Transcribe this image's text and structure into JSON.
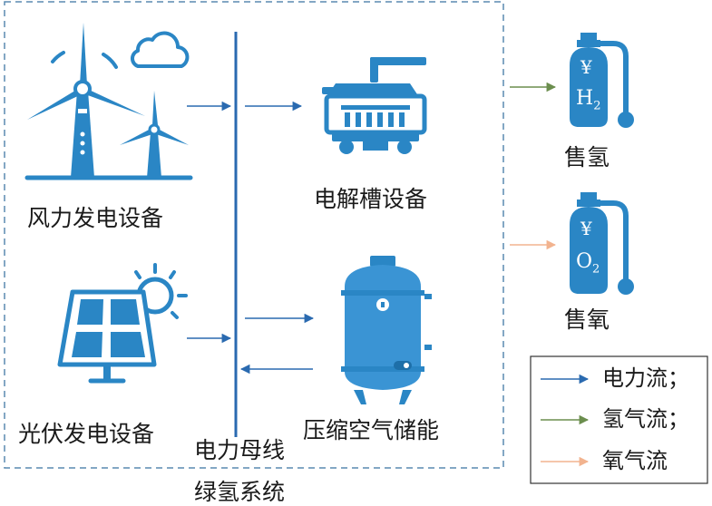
{
  "labels": {
    "wind": "风力发电设备",
    "solar": "光伏发电设备",
    "bus": "电力母线",
    "electrolyzer": "电解槽设备",
    "air_storage": "压缩空气储能",
    "sell_h2": "售氢",
    "sell_o2": "售氧",
    "system": "绿氢系统",
    "tank_h2_symbol": "¥",
    "tank_h2_formula": "H",
    "tank_h2_sub": "2",
    "tank_o2_symbol": "¥",
    "tank_o2_formula": "O",
    "tank_o2_sub": "2"
  },
  "legend": [
    {
      "label": "电力流；",
      "color": "#2a6ab0"
    },
    {
      "label": "氢气流；",
      "color": "#6b8e4e"
    },
    {
      "label": "氧气流",
      "color": "#f2b38f"
    }
  ],
  "colors": {
    "icon": "#2a86c5",
    "power_flow": "#2a6ab0",
    "hydrogen_flow": "#6b8e4e",
    "oxygen_flow": "#f2b38f",
    "border": "#5a8ab0"
  }
}
